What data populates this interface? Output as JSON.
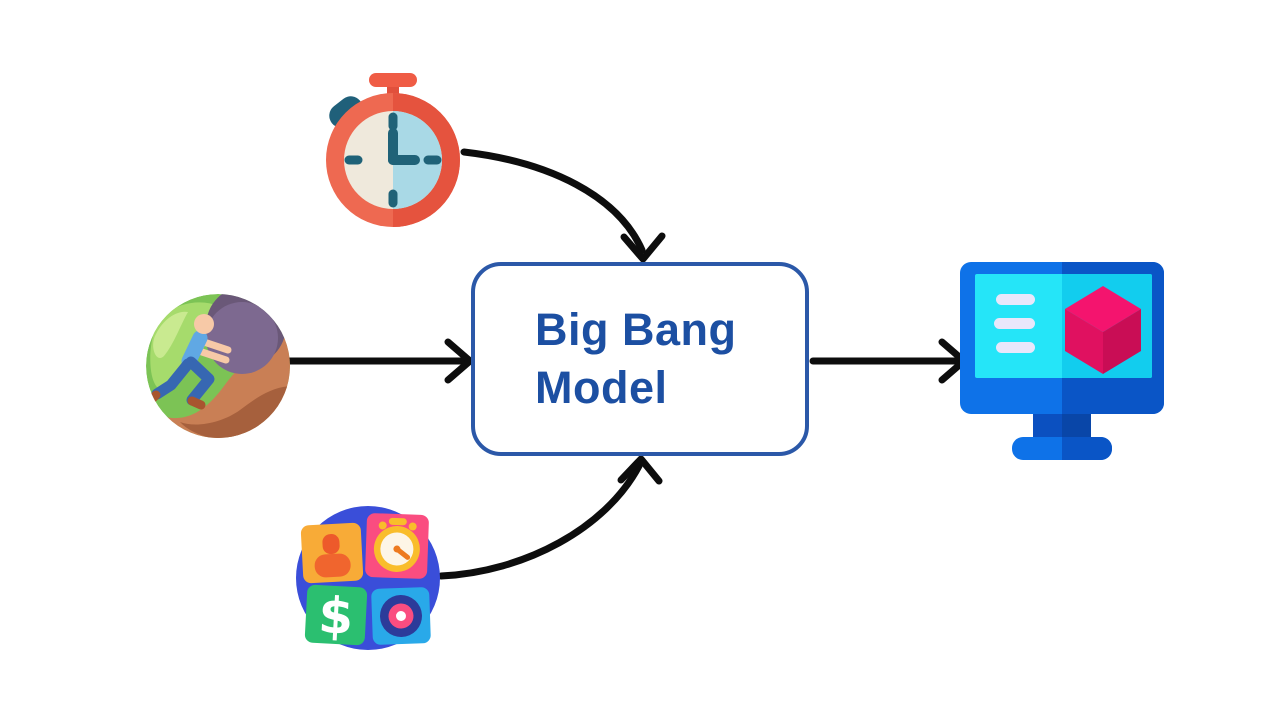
{
  "page": {
    "background_color": "#ffffff",
    "kind": "flow-diagram"
  },
  "diagram": {
    "center_node": {
      "label": "Big Bang Model",
      "fill_color": "#ffffff",
      "border_color": "#2b58a8",
      "text_color": "#1c4fa2"
    },
    "arrows": {
      "color": "#0d0d0d",
      "count": 4
    },
    "icons": {
      "stopwatch": {
        "name": "stopwatch-icon",
        "ring_color": "#ee6951",
        "ring_right_color": "#e5533e",
        "face_left_color": "#efe9dc",
        "face_right_color": "#a9d9e6",
        "hands_color": "#1f6278"
      },
      "effort": {
        "name": "person-pushing-boulder-icon",
        "ground_color": "#7cc355",
        "light_ground_color": "#a6db6c",
        "hill_color": "#c97f55",
        "hill_dark_color": "#a6603d",
        "boulder_color": "#7d6990",
        "shirt_color": "#60a8e4",
        "pants_color": "#3767b2",
        "skin_color": "#f7c9a7"
      },
      "resources": {
        "name": "resources-grid-icon",
        "circle_color": "#3a4ed9",
        "square_colors": [
          "#f8ab37",
          "#fa4d80",
          "#2bbf70",
          "#29a9e9"
        ],
        "dollar_text": "$"
      },
      "monitor": {
        "name": "monitor-with-cube-icon",
        "frame_color": "#0e72e8",
        "frame_dark_color": "#0a55c6",
        "screen_color": "#25e5f8",
        "screen_dark_color": "#12cdee",
        "cube_top_color": "#f4146e",
        "cube_left_color": "#e01160",
        "cube_right_color": "#c90d55"
      }
    }
  }
}
